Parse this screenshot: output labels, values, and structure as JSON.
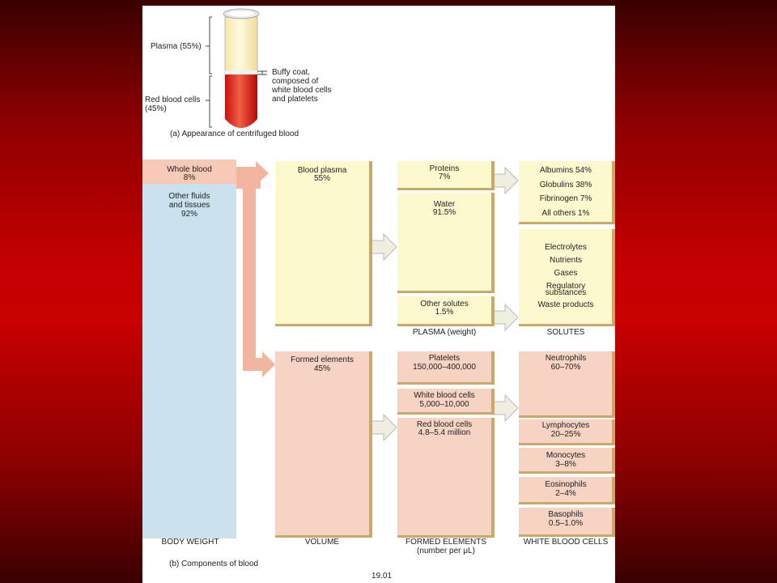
{
  "part_a": {
    "plasma": "Plasma (55%)",
    "buffy": [
      "Buffy coat,",
      "composed of",
      "white blood cells",
      "and platelets"
    ],
    "rbc": [
      "Red blood cells",
      "(45%)"
    ],
    "caption": "(a) Appearance of centrifuged blood"
  },
  "body": {
    "whole": [
      "Whole blood",
      "8%"
    ],
    "other": [
      "Other fluids",
      "and tissues",
      "92%"
    ]
  },
  "volume": {
    "plasma": [
      "Blood plasma",
      "55%"
    ],
    "formed": [
      "Formed elements",
      "45%"
    ]
  },
  "plasma_weight": {
    "proteins": [
      "Proteins",
      "7%"
    ],
    "water": [
      "Water",
      "91.5%"
    ],
    "other": [
      "Other solutes",
      "1.5%"
    ]
  },
  "solutes": {
    "proteins": [
      "Albumins 54%",
      "Globulins 38%",
      "Fibrinogen 7%",
      "All others 1%"
    ],
    "others": [
      "Electrolytes",
      "Nutrients",
      "Gases",
      "Regulatory",
      "substances",
      "Waste products"
    ]
  },
  "formed_elements": {
    "platelets": [
      "Platelets",
      "150,000–400,000"
    ],
    "wbc": [
      "White blood cells",
      "5,000–10,000"
    ],
    "rbc": [
      "Red blood cells",
      "4.8–5.4 million"
    ]
  },
  "wbc": {
    "neutrophils": [
      "Neutrophils",
      "60–70%"
    ],
    "lymphocytes": [
      "Lymphocytes",
      "20–25%"
    ],
    "monocytes": [
      "Monocytes",
      "3–8%"
    ],
    "eosinophils": [
      "Eosinophils",
      "2–4%"
    ],
    "basophils": [
      "Basophils",
      "0.5–1.0%"
    ]
  },
  "columns": {
    "body_weight": "BODY WEIGHT",
    "volume": "VOLUME",
    "formed": "FORMED ELEMENTS",
    "formed_sub": "(number per μL)",
    "wbc": "WHITE BLOOD CELLS",
    "plasma_weight": "PLASMA (weight)",
    "solutes": "SOLUTES"
  },
  "caption_b": "(b) Components of blood",
  "figure_number": "19.01",
  "colors": {
    "plasma": "#fdf9cf",
    "cells": "#f7d3c3",
    "body": "#c9e2ee",
    "arrow": "#f2b6a0",
    "rbc": "#e8503a"
  }
}
